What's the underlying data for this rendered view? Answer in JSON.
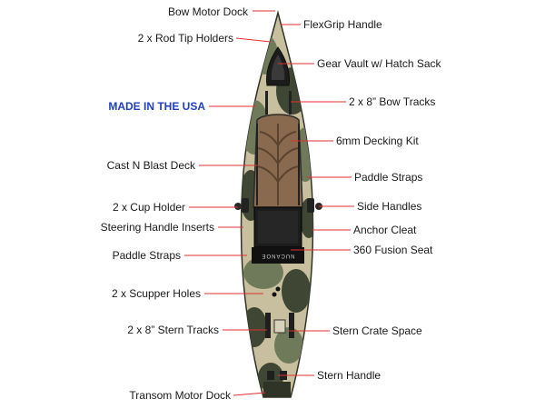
{
  "diagram": {
    "colors": {
      "label_text": "#1a1a1a",
      "leader_line": "#e03030",
      "highlight_text": "#1f3fbf",
      "hull_camo_light": "#c8bf9e",
      "hull_camo_green": "#6f7a5a",
      "hull_camo_dark": "#3f4634",
      "deck_pad": "#8a6a4e",
      "seat": "#1c1c1c"
    },
    "left_labels": [
      {
        "id": "bow-motor-dock",
        "text": "Bow Motor Dock"
      },
      {
        "id": "rod-tip-holders",
        "text": "2 x Rod Tip Holders"
      },
      {
        "id": "made-in-usa",
        "text": "MADE IN THE USA"
      },
      {
        "id": "cast-n-blast-deck",
        "text": "Cast N Blast Deck"
      },
      {
        "id": "cup-holder",
        "text": "2 x Cup Holder"
      },
      {
        "id": "steering-handle-inserts",
        "text": "Steering Handle Inserts"
      },
      {
        "id": "paddle-straps-left",
        "text": "Paddle Straps"
      },
      {
        "id": "scupper-holes",
        "text": "2 x Scupper Holes"
      },
      {
        "id": "stern-tracks",
        "text": "2 x 8” Stern Tracks"
      },
      {
        "id": "transom-motor-dock",
        "text": "Transom Motor Dock"
      }
    ],
    "right_labels": [
      {
        "id": "flexgrip-handle",
        "text": "FlexGrip Handle"
      },
      {
        "id": "gear-vault",
        "text": "Gear Vault w/ Hatch Sack"
      },
      {
        "id": "bow-tracks",
        "text": "2 x 8” Bow Tracks"
      },
      {
        "id": "decking-kit",
        "text": "6mm Decking Kit"
      },
      {
        "id": "paddle-straps-right",
        "text": "Paddle Straps"
      },
      {
        "id": "side-handles",
        "text": "Side Handles"
      },
      {
        "id": "anchor-cleat",
        "text": "Anchor Cleat"
      },
      {
        "id": "fusion-seat",
        "text": "360 Fusion Seat"
      },
      {
        "id": "stern-crate-space",
        "text": "Stern Crate Space"
      },
      {
        "id": "stern-handle",
        "text": "Stern Handle"
      }
    ],
    "seat_brand_text": "NUCANOE"
  }
}
